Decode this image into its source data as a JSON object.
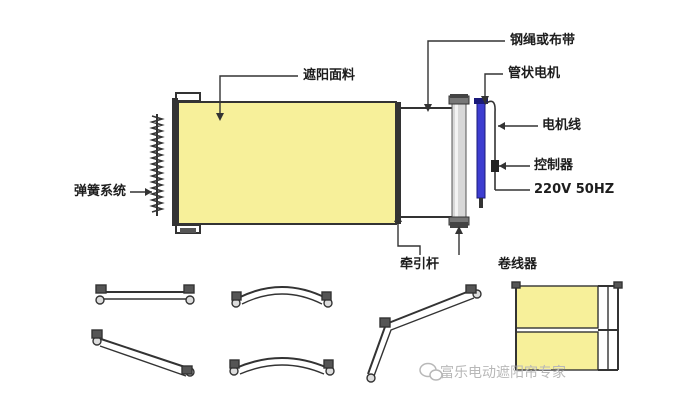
{
  "labels": {
    "fabric": "遮阳面料",
    "cable": "钢绳或布带",
    "tube_motor": "管状电机",
    "motor_wire": "电机线",
    "controller": "控制器",
    "power": "220V 50HZ",
    "spring_system": "弹簧系统",
    "pull_rod": "牵引杆",
    "winder": "卷线器"
  },
  "watermark": "富乐电动遮阳帘专家",
  "colors": {
    "fabric": "#f7f09a",
    "frame": "#333333",
    "motor": "#3d3dd0",
    "line": "#333333"
  }
}
